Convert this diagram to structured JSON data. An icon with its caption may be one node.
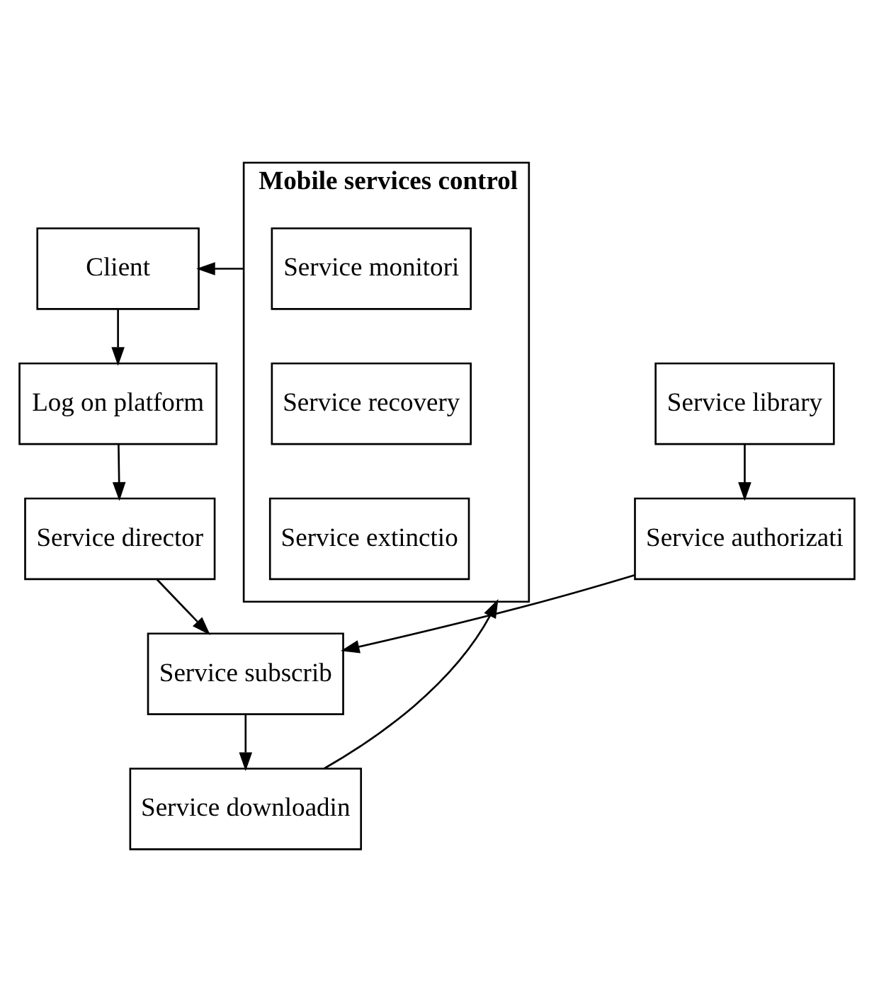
{
  "diagram": {
    "nodes": [
      {
        "text": [
          "Client"
        ]
      },
      {
        "text": [
          "Log on platform"
        ]
      },
      {
        "text": [
          "Service library"
        ]
      },
      {
        "text": [
          "Service director"
        ]
      },
      {
        "text": [
          "Service authorizati"
        ]
      },
      {
        "text": [
          "Service subscrib"
        ]
      },
      {
        "text": [
          "Service downloadin"
        ]
      },
      {
        "text": [
          "Mobile services control"
        ]
      },
      {
        "text": [
          "Service monitori"
        ],
        "in": 7
      },
      {
        "text": [
          "Service recovery"
        ],
        "in": 7
      },
      {
        "text": [
          "Service extinctio"
        ],
        "in": 7
      }
    ],
    "edges": [
      {
        "from": 0,
        "to": 1,
        "arrow": "to"
      },
      {
        "from": 1,
        "to": 3,
        "arrow": "to"
      },
      {
        "from": 2,
        "to": 4,
        "arrow": "to"
      },
      {
        "from": 3,
        "to": 5,
        "arrow": "to"
      },
      {
        "from": 4,
        "to": 5,
        "arrow": "to"
      },
      {
        "from": 5,
        "to": 6,
        "arrow": "to"
      },
      {
        "from": 6,
        "to": 7,
        "arrow": "to"
      },
      {
        "from": 7,
        "to": 0,
        "arrow": "to"
      }
    ]
  }
}
